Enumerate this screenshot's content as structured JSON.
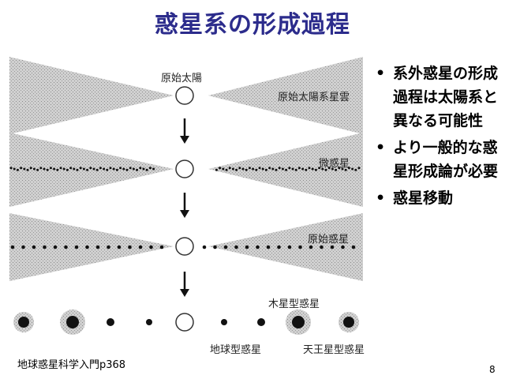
{
  "slide": {
    "title": "惑星系の形成過程",
    "page_number": "8",
    "reference": "地球惑星科学入門p368"
  },
  "diagram": {
    "labels": {
      "proto_sun": "原始太陽",
      "solar_nebula": "原始太陽系星雲",
      "planetesimals": "微惑星",
      "protoplanets": "原始惑星",
      "jovian_planets": "木星型惑星",
      "terrestrial_planets": "地球型惑星",
      "uranian_planets": "天王星型惑星"
    },
    "stages": 4,
    "colors": {
      "disk": "#c8c8c8",
      "particle": "#111111",
      "sun_stroke": "#333333"
    }
  },
  "bullets": [
    "系外惑星の形成過程は太陽系と異なる可能性",
    "より一般的な惑星形成論が必要",
    "惑星移動"
  ]
}
